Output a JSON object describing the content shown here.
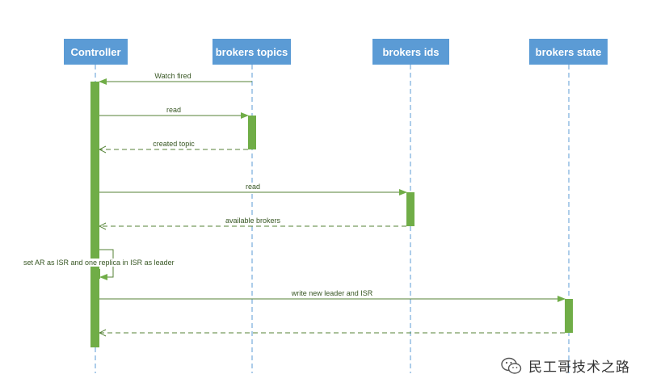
{
  "colors": {
    "participant_fill": "#5b9bd5",
    "participant_text": "#ffffff",
    "lifeline": "#5b9bd5",
    "activation": "#70ad47",
    "message": "#548235",
    "label": "#375623"
  },
  "participants": [
    {
      "id": "controller",
      "label": "Controller"
    },
    {
      "id": "topics",
      "label": "brokers topics"
    },
    {
      "id": "ids",
      "label": "brokers ids"
    },
    {
      "id": "state",
      "label": "brokers state"
    }
  ],
  "messages": [
    {
      "from": "topics",
      "to": "controller",
      "label": "Watch fired",
      "style": "solid",
      "order": 1
    },
    {
      "from": "controller",
      "to": "topics",
      "label": "read",
      "style": "solid",
      "order": 2
    },
    {
      "from": "topics",
      "to": "controller",
      "label": "created topic",
      "style": "dashed",
      "order": 3
    },
    {
      "from": "controller",
      "to": "ids",
      "label": "read",
      "style": "solid",
      "order": 4
    },
    {
      "from": "ids",
      "to": "controller",
      "label": "available brokers",
      "style": "dashed",
      "order": 5
    },
    {
      "from": "controller",
      "to": "controller",
      "label": "set AR as ISR and one replica in ISR as leader",
      "style": "self",
      "order": 6
    },
    {
      "from": "controller",
      "to": "state",
      "label": "write new leader and ISR",
      "style": "solid",
      "order": 7
    },
    {
      "from": "state",
      "to": "controller",
      "label": "",
      "style": "dashed",
      "order": 8
    }
  ],
  "watermark": {
    "text": "民工哥技术之路",
    "icon": "wechat-icon"
  }
}
